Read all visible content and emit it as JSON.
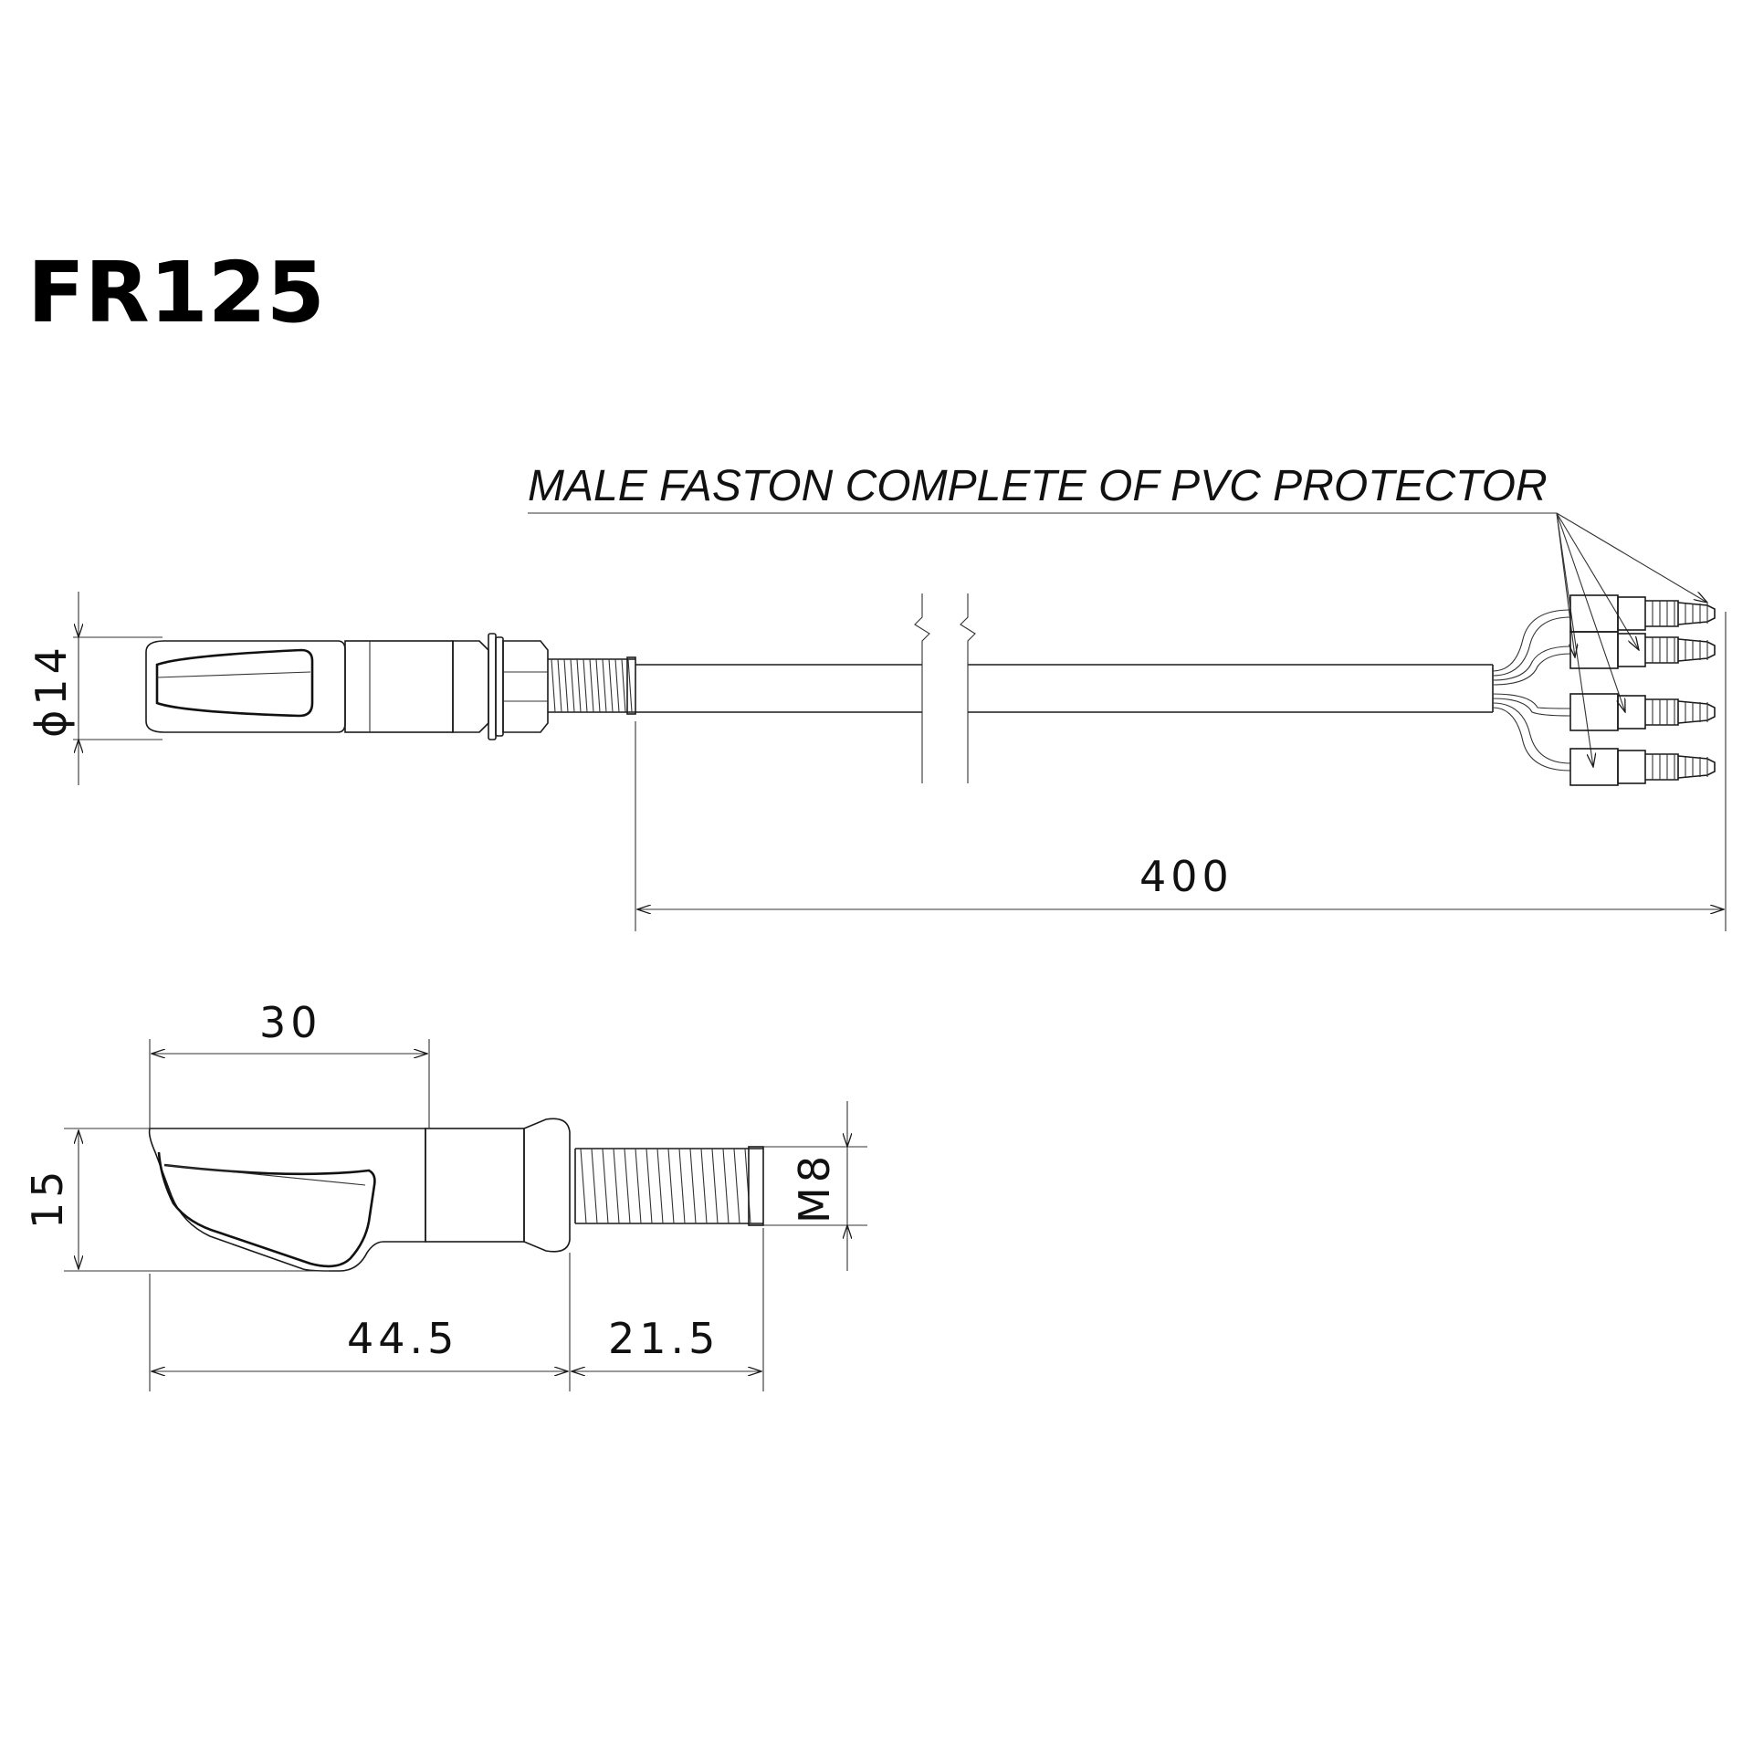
{
  "title": "FR125",
  "note": "MALE FASTON COMPLETE OF PVC PROTECTOR",
  "dimensions": {
    "diameter": "ϕ14",
    "cable_length": "400",
    "lens_length": "30",
    "height": "15",
    "body_length": "44.5",
    "thread_length": "21.5",
    "thread_size": "M8"
  }
}
